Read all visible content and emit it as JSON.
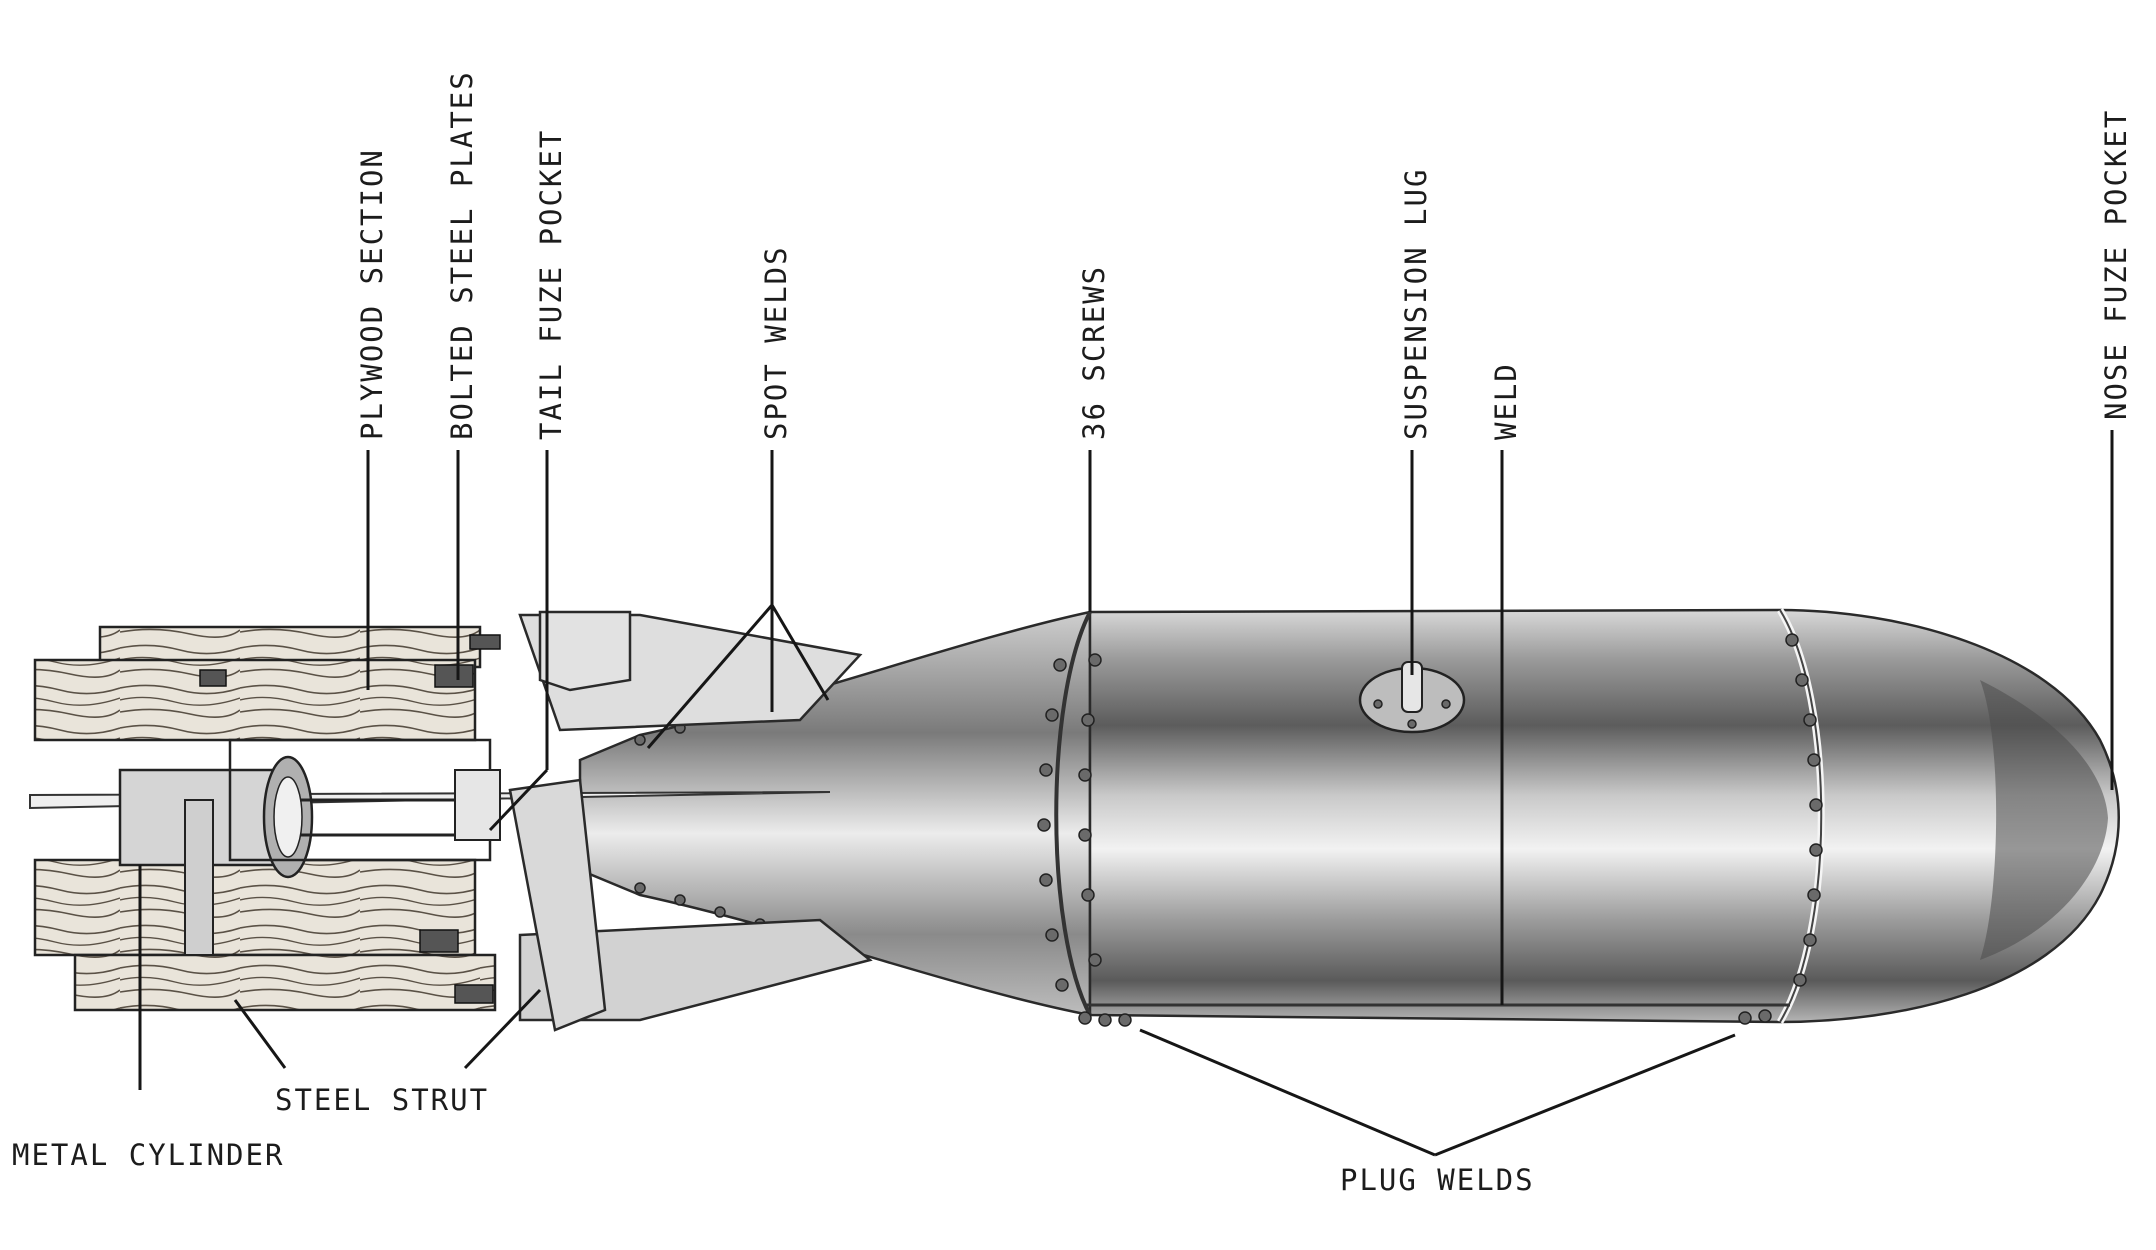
{
  "labels": {
    "plywood_section": "PLYWOOD SECTION",
    "bolted_steel_plates": "BOLTED STEEL PLATES",
    "tail_fuze_pocket": "TAIL FUZE POCKET",
    "spot_welds": "SPOT WELDS",
    "screws_36": "36 SCREWS",
    "suspension_lug": "SUSPENSION LUG",
    "weld": "WELD",
    "nose_fuze_pocket": "NOSE FUZE POCKET",
    "steel_strut": "STEEL STRUT",
    "metal_cylinder": "METAL CYLINDER",
    "plug_welds": "PLUG WELDS"
  }
}
